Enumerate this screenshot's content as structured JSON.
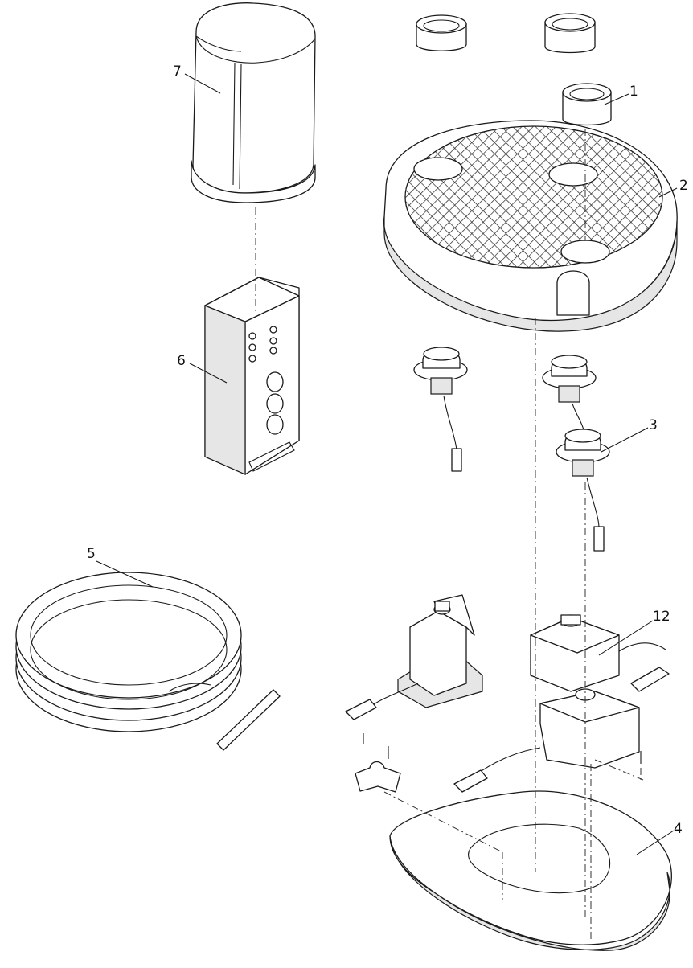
{
  "colors": {
    "line": "#1a1a1a",
    "background": "#ffffff"
  },
  "callouts": [
    {
      "id": "1",
      "text": "1"
    },
    {
      "id": "2",
      "text": "2"
    },
    {
      "id": "3",
      "text": "3"
    },
    {
      "id": "4",
      "text": "4"
    },
    {
      "id": "5",
      "text": "5"
    },
    {
      "id": "6",
      "text": "6"
    },
    {
      "id": "7",
      "text": "7"
    },
    {
      "id": "12",
      "text": "12"
    }
  ]
}
